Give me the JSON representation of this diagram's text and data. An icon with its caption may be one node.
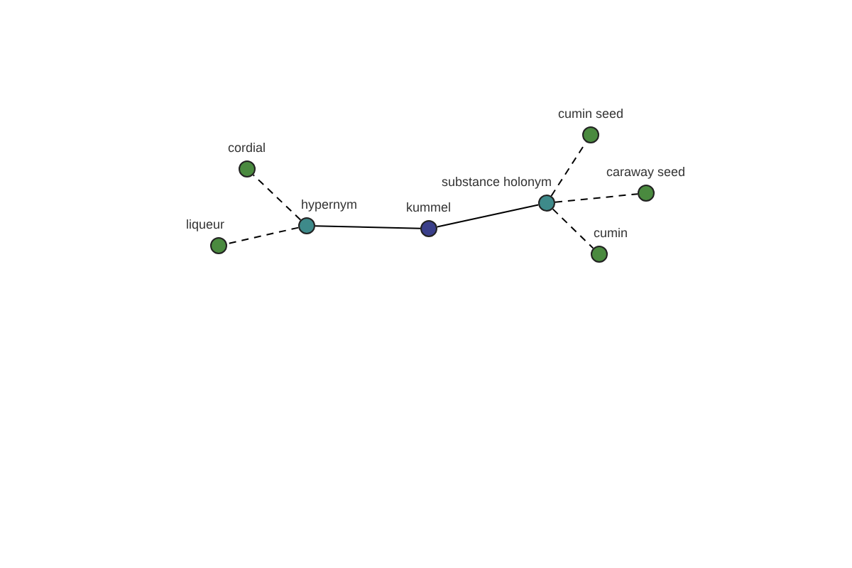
{
  "diagram": {
    "nodes": [
      {
        "text": [
          "cordial"
        ]
      },
      {
        "text": [
          "hypernym"
        ]
      },
      {
        "text": [
          "liqueur"
        ]
      },
      {
        "text": [
          "kummel"
        ]
      },
      {
        "text": [
          "cumin seed"
        ]
      },
      {
        "text": [
          "substance holonym"
        ]
      },
      {
        "text": [
          "caraway seed"
        ]
      },
      {
        "text": [
          "cumin"
        ]
      }
    ],
    "edges": [
      {
        "from": 3,
        "to": 1,
        "arrow": "none"
      },
      {
        "from": 3,
        "to": 5,
        "arrow": "none"
      },
      {
        "from": 1,
        "to": 0,
        "arrow": "none",
        "style": "dashed"
      },
      {
        "from": 1,
        "to": 2,
        "arrow": "none",
        "style": "dashed"
      },
      {
        "from": 5,
        "to": 4,
        "arrow": "none",
        "style": "dashed"
      },
      {
        "from": 5,
        "to": 6,
        "arrow": "none",
        "style": "dashed"
      },
      {
        "from": 5,
        "to": 7,
        "arrow": "none",
        "style": "dashed"
      }
    ]
  }
}
